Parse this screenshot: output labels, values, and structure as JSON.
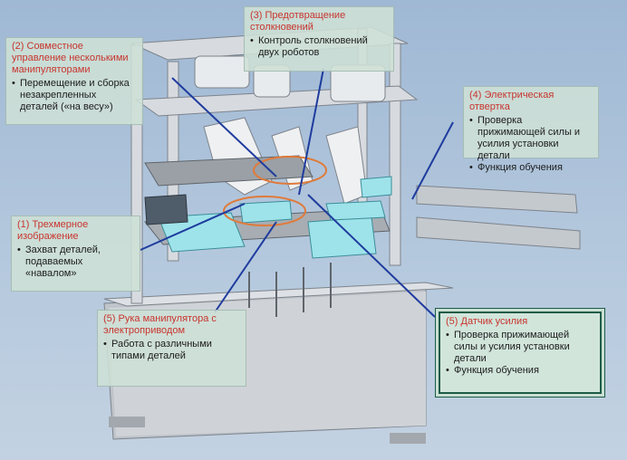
{
  "callouts": {
    "c2": {
      "title": "(2) Совместное управление несколькими манипуляторами",
      "items": [
        "Перемещение и сборка незакрепленных деталей («на весу»)"
      ]
    },
    "c3": {
      "title": "(3) Предотвращение столкновений",
      "items": [
        "Контроль столкновений двух роботов"
      ]
    },
    "c4": {
      "title": "(4) Электрическая отвертка",
      "items": [
        "Проверка прижимающей силы и усилия установки детали",
        "Функция обучения"
      ]
    },
    "c1": {
      "title": "(1) Трехмерное изображение",
      "items": [
        "Захват деталей, подаваемых «навалом»"
      ]
    },
    "c5a": {
      "title": "(5) Рука манипулятора с электроприводом",
      "items": [
        "Работа с различными типами деталей"
      ]
    },
    "c5b": {
      "title": "(5) Датчик усилия",
      "items": [
        "Проверка прижимающей силы и усилия установки детали",
        "Функция обучения"
      ]
    }
  },
  "colors": {
    "title_red": "#c8352e",
    "pointer_blue": "#1f3c9e",
    "highlight_orange": "#e07a3a",
    "frame_gray": "#c9ced4",
    "tray_cyan": "#8fe0e8"
  }
}
